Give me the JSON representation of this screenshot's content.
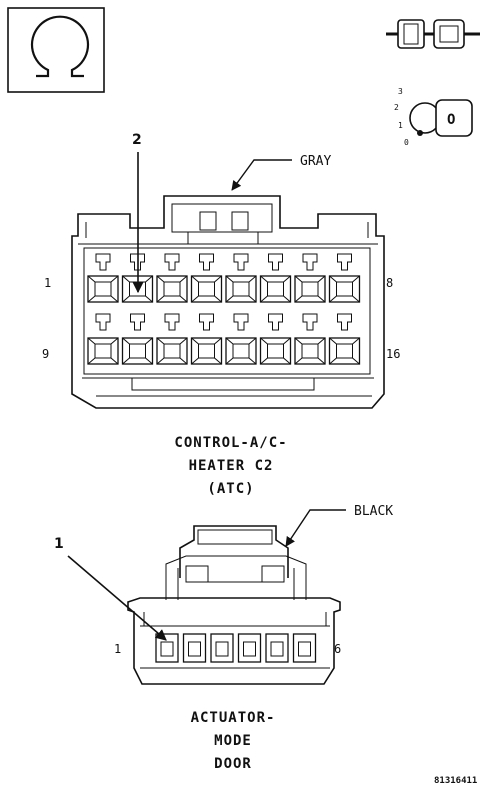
{
  "legend": {
    "box_icon": "ohm-icon",
    "connector_icon": "connector-pair-icon",
    "key_icon": "ignition-key-icon",
    "key_positions": [
      "3",
      "2",
      "1",
      "0"
    ],
    "key_letter": "O"
  },
  "upper_connector": {
    "callout_number": "2",
    "color_label": "GRAY",
    "pin_first_top": "1",
    "pin_last_top": "8",
    "pin_first_bottom": "9",
    "pin_last_bottom": "16",
    "title_lines": [
      "CONTROL-A/C-",
      "HEATER C2",
      "(ATC)"
    ]
  },
  "lower_connector": {
    "callout_number": "1",
    "color_label": "BLACK",
    "pin_first": "1",
    "pin_last": "6",
    "title_lines": [
      "ACTUATOR-",
      "MODE",
      "DOOR"
    ]
  },
  "figure_id": "81316411"
}
